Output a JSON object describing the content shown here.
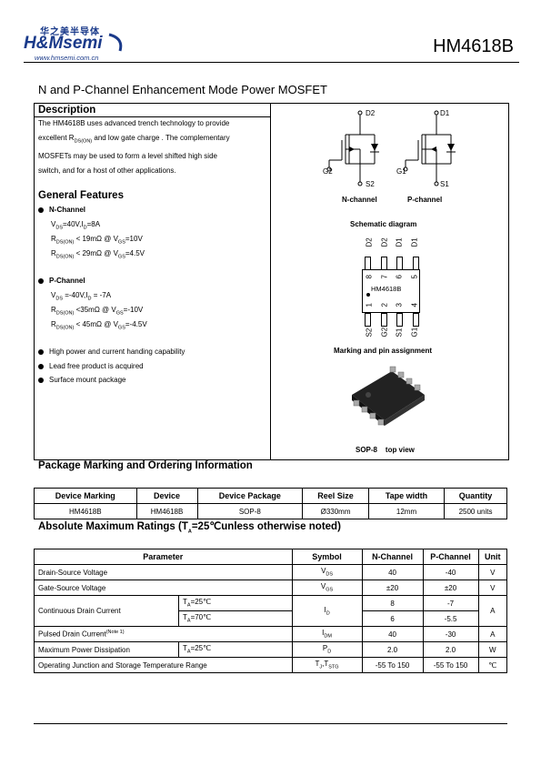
{
  "logo": {
    "cn": "华之美半导体",
    "brand": "H&Msemi",
    "url": "www.hmsemi.com.cn"
  },
  "part": "HM4618B",
  "subtitle": "N and P-Channel Enhancement Mode Power MOSFET",
  "description": {
    "heading": "Description",
    "lines": [
      "The HM4618B uses advanced trench technology to provide",
      "excellent R",
      "MOSFETs may be used to form a level shifted high side",
      "switch, and for a host of other applications."
    ],
    "line2_sub": "DS(ON)",
    "line2_rest": " and low gate charge . The complementary"
  },
  "features": {
    "heading": "General Features",
    "n_channel": "N-Channel",
    "n_items": [
      "=40V,I",
      "=8A",
      "< 19mΩ @ V",
      "=10V",
      "< 29mΩ @ V",
      "=4.5V"
    ],
    "p_channel": "P-Channel",
    "p_items": [
      "=-40V,I",
      "= -7A",
      "<35mΩ @ V",
      "=-10V",
      "< 45mΩ @ V",
      "=-4.5V"
    ],
    "bullets": [
      "High power and current handing capability",
      "Lead free product is acquired",
      "Surface mount package"
    ]
  },
  "schematic": {
    "labels_n": {
      "d": "D2",
      "g": "G2",
      "s": "S2"
    },
    "labels_p": {
      "d": "D1",
      "g": "G1",
      "s": "S1"
    },
    "n_caption": "N-channel",
    "p_caption": "P-channel",
    "caption": "Schematic diagram"
  },
  "pinout": {
    "top_pins": [
      "D2",
      "D2",
      "D1",
      "D1"
    ],
    "top_nums": [
      "8",
      "7",
      "6",
      "5"
    ],
    "chip": "HM4618B",
    "bot_nums": [
      "1",
      "2",
      "3",
      "4"
    ],
    "bot_pins": [
      "S2",
      "G2",
      "S1",
      "G1"
    ],
    "caption": "Marking and pin assignment"
  },
  "package_view": {
    "caption": "SOP-8    top view"
  },
  "ordering": {
    "heading": "Package Marking and Ordering Information",
    "headers": [
      "Device Marking",
      "Device",
      "Device Package",
      "Reel Size",
      "Tape width",
      "Quantity"
    ],
    "row": [
      "HM4618B",
      "HM4618B",
      "SOP-8",
      "Ø330mm",
      "12mm",
      "2500 units"
    ]
  },
  "ratings": {
    "heading_a": "Absolute Maximum Ratings (T",
    "heading_sub": "A",
    "heading_b": "=25℃unless otherwise noted)",
    "headers": [
      "Parameter",
      "Symbol",
      "N-Channel",
      "P-Channel",
      "Unit"
    ],
    "rows": {
      "vds": {
        "param": "Drain-Source Voltage",
        "sym": "V",
        "sub": "DS",
        "n": "40",
        "p": "-40",
        "unit": "V"
      },
      "vgs": {
        "param": "Gate-Source Voltage",
        "sym": "V",
        "sub": "GS",
        "n": "±20",
        "p": "±20",
        "unit": "V"
      },
      "id": {
        "param": "Continuous Drain Current",
        "c1": "=25℃",
        "c2": "=70℃",
        "sym": "I",
        "sub": "D",
        "n1": "8",
        "p1": "-7",
        "n2": "6",
        "p2": "-5.5",
        "unit": "A"
      },
      "idm": {
        "param": "Pulsed Drain Current",
        "note": "(Note 1)",
        "sym": "I",
        "sub": "DM",
        "n": "40",
        "p": "-30",
        "unit": "A"
      },
      "pd": {
        "param": "Maximum Power Dissipation",
        "cond": "=25℃",
        "sym": "P",
        "sub": "D",
        "n": "2.0",
        "p": "2.0",
        "unit": "W"
      },
      "tj": {
        "param": "Operating Junction and Storage Temperature Range",
        "sym": "T",
        "sym2": ",T",
        "sub": "J",
        "sub2": "STG",
        "n": "-55 To 150",
        "p": "-55 To 150",
        "unit": "℃"
      }
    }
  }
}
